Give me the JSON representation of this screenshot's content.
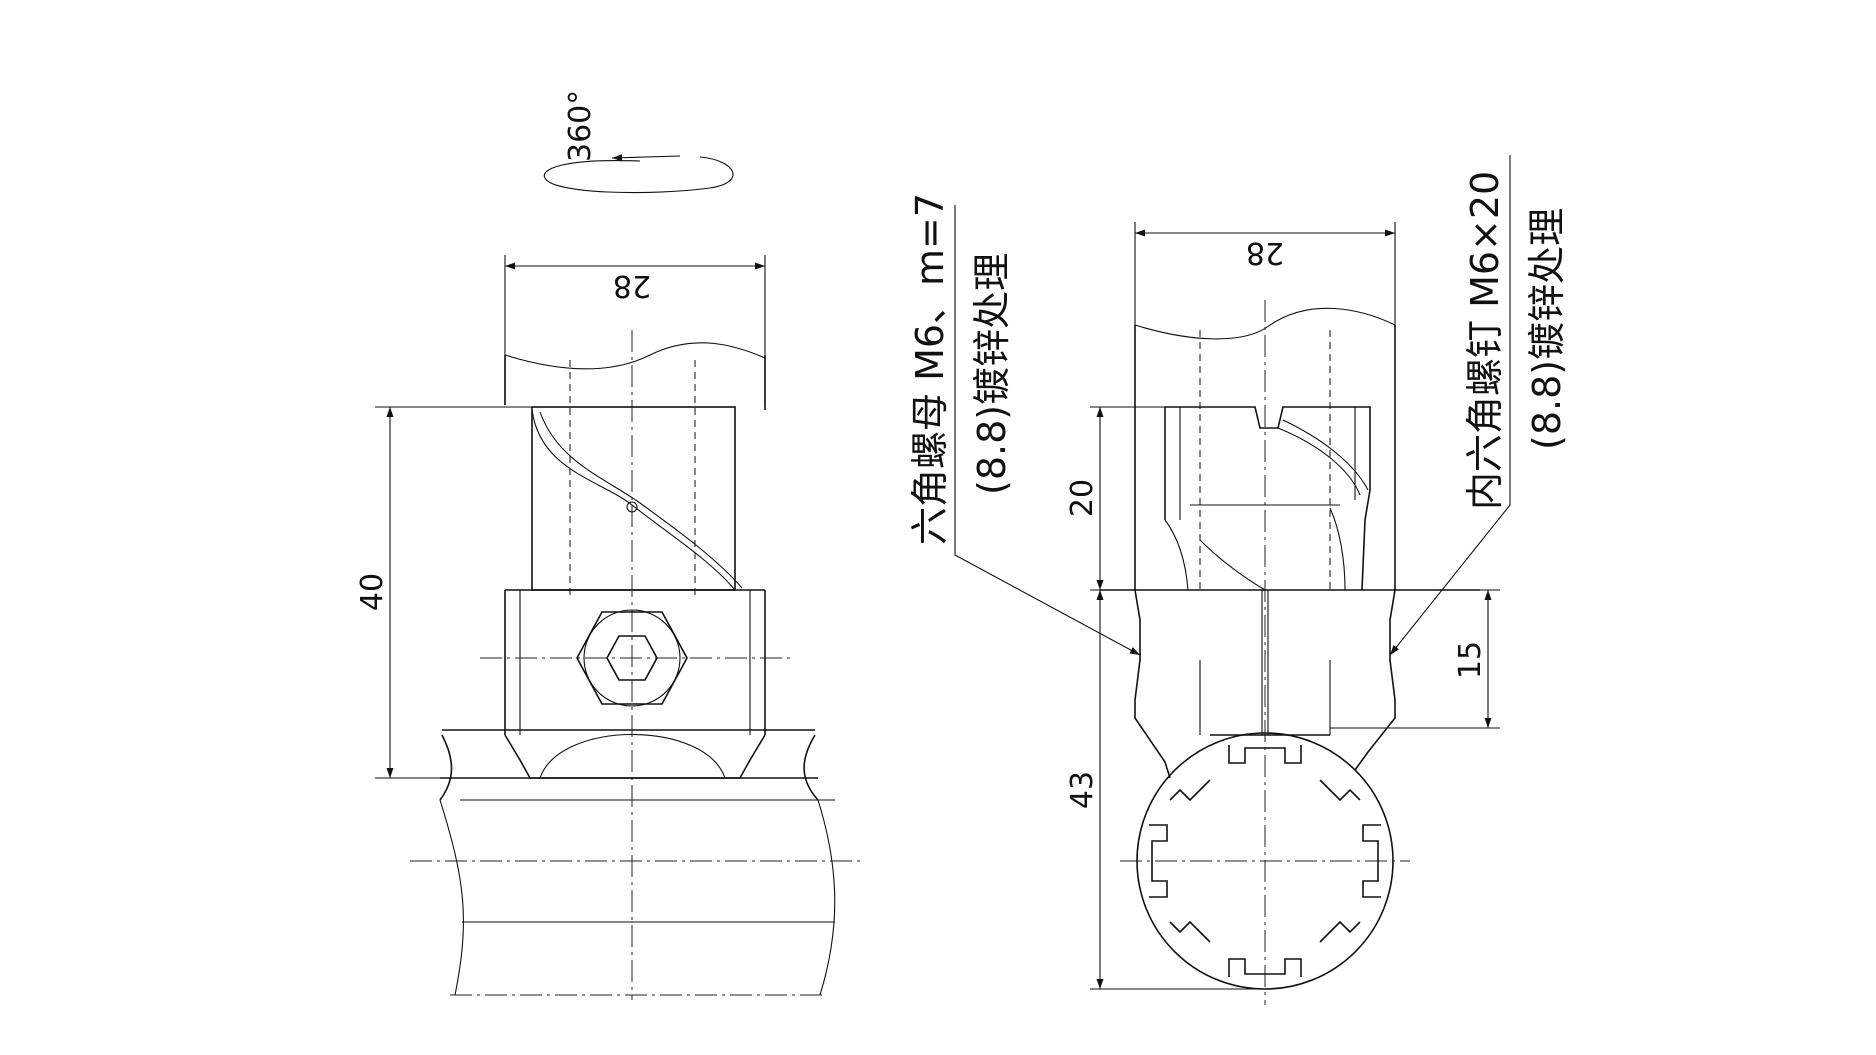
{
  "rotation_label": "360°",
  "left_view": {
    "width_dim": "28",
    "height_dim": "40"
  },
  "right_view": {
    "width_dim": "28",
    "upper_dim": "20",
    "lower_dim": "43",
    "side_dim": "15"
  },
  "callouts": {
    "nut_line1": "六角螺母 M6、m=7",
    "nut_line2": "(8.8)镀锌处理",
    "bolt_line1": "内六角螺钉 M6×20",
    "bolt_line2": "(8.8)镀锌处理"
  }
}
